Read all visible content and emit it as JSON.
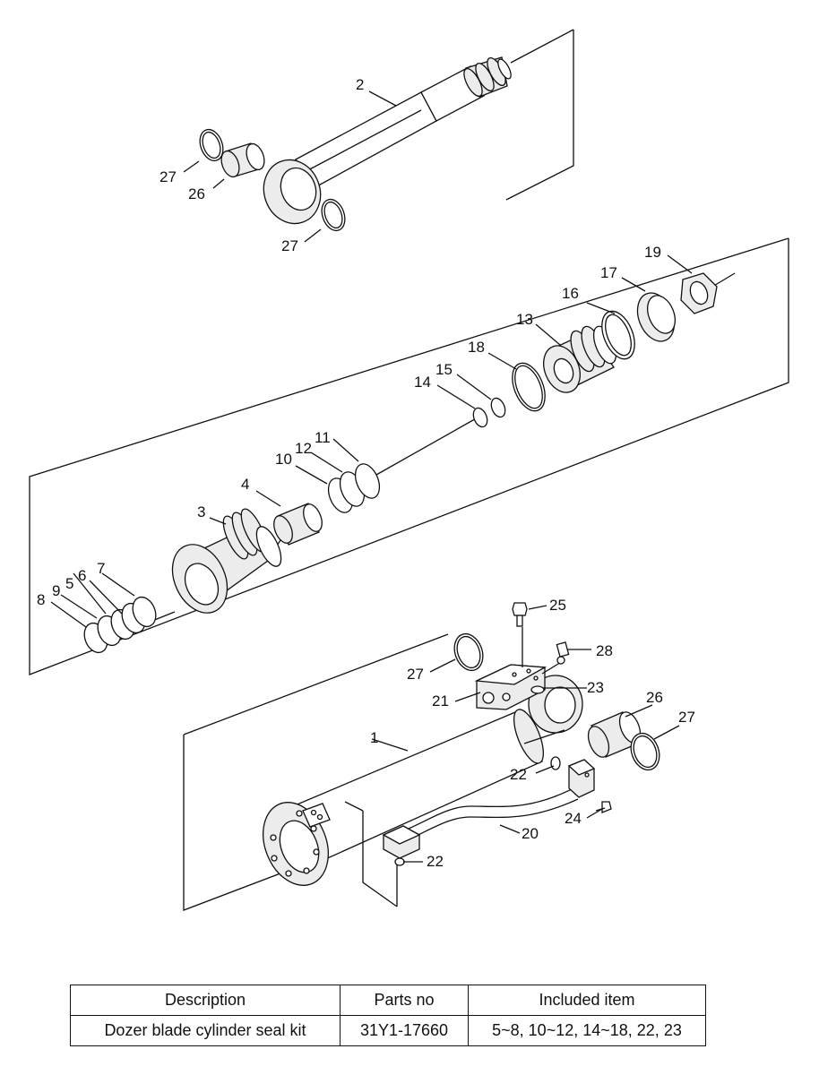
{
  "callouts": {
    "c1": "1",
    "c2": "2",
    "c3": "3",
    "c4": "4",
    "c5": "5",
    "c6": "6",
    "c7": "7",
    "c8": "8",
    "c9": "9",
    "c10": "10",
    "c11": "11",
    "c12": "12",
    "c13": "13",
    "c14": "14",
    "c15": "15",
    "c16": "16",
    "c17": "17",
    "c18": "18",
    "c19": "19",
    "c20": "20",
    "c21": "21",
    "c22": "22",
    "c23": "23",
    "c24": "24",
    "c25": "25",
    "c26": "26",
    "c27": "27",
    "c28": "28"
  },
  "table": {
    "headers": [
      "Description",
      "Parts no",
      "Included item"
    ],
    "row": [
      "Dozer blade cylinder seal kit",
      "31Y1-17660",
      "5~8, 10~12, 14~18, 22, 23"
    ]
  }
}
